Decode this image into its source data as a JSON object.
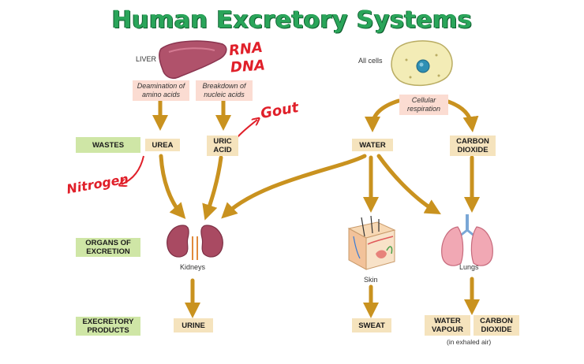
{
  "title": "Human Excretory Systems",
  "sources": {
    "liver": "LIVER",
    "all_cells": "All cells"
  },
  "processes": {
    "deamination": "Deamination of amino acids",
    "breakdown": "Breakdown of nucleic acids",
    "cellular_respiration": "Cellular respiration"
  },
  "wastes": {
    "row_label": "WASTES",
    "urea": "UREA",
    "uric_acid": "URIC ACID",
    "water": "WATER",
    "carbon_dioxide": "CARBON DIOXIDE"
  },
  "organs": {
    "row_label": "ORGANS OF EXCRETION",
    "kidneys": "Kidneys",
    "skin": "Skin",
    "lungs": "Lungs"
  },
  "products": {
    "row_label": "EXECRETORY PRODUCTS",
    "urine": "URINE",
    "sweat": "SWEAT",
    "water_vapour": "WATER VAPOUR",
    "carbon_dioxide": "CARBON DIOXIDE",
    "exhaled_note": "(in exhaled air)"
  },
  "handwritten": {
    "rna": "RNA",
    "dna": "DNA",
    "gout": "Gout",
    "nitrogen": "Nitrogen"
  },
  "colors": {
    "arrow": "#c9921f",
    "title": "#2aa55a",
    "row_label_bg": "#cfe6a6",
    "waste_bg": "#f5e3bd",
    "process_bg": "#fbdcd2",
    "handwriting": "#e0202a"
  }
}
